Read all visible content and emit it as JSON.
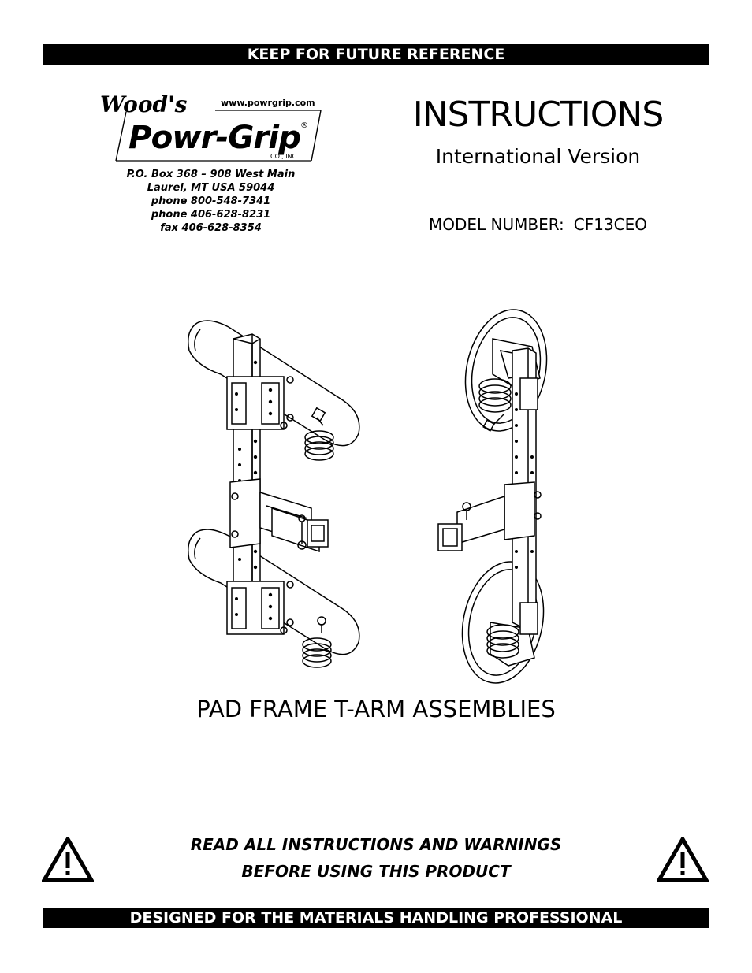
{
  "top_banner": "KEEP FOR FUTURE REFERENCE",
  "logo": {
    "script_text": "Wood's",
    "brand_text": "Powr-Grip",
    "suffix_text": "CO., INC.",
    "website": "www.powrgrip.com",
    "registered_mark": "®"
  },
  "address": {
    "line1": "P.O. Box 368 – 908 West Main",
    "line2": "Laurel, MT  USA  59044",
    "line3": "phone  800-548-7341",
    "line4": "phone  406-628-8231",
    "line5": "fax  406-628-8354"
  },
  "title": "INSTRUCTIONS",
  "subtitle": "International Version",
  "model": {
    "label": "MODEL NUMBER:",
    "value": "CF13CEO"
  },
  "product_title": "PAD FRAME T-ARM ASSEMBLIES",
  "warning": {
    "line1": "READ ALL INSTRUCTIONS AND WARNINGS",
    "line2": "BEFORE USING THIS PRODUCT",
    "icon": "warning-triangle-icon"
  },
  "bottom_banner": "DESIGNED FOR THE MATERIALS HANDLING PROFESSIONAL"
}
